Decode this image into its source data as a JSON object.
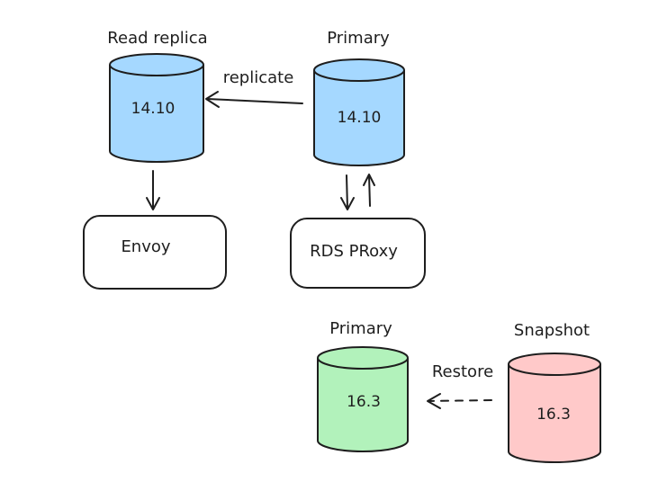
{
  "colors": {
    "blue_db": "#a5d8ff",
    "green_db": "#b2f2bb",
    "red_db": "#ffc9c9",
    "stroke": "#1e1e1e",
    "box_fill": "#ffffff"
  },
  "databases": [
    {
      "id": "read-replica",
      "label": "Read replica",
      "version": "14.10",
      "color": "blue"
    },
    {
      "id": "primary-top",
      "label": "Primary",
      "version": "14.10",
      "color": "blue"
    },
    {
      "id": "primary-bottom",
      "label": "Primary",
      "version": "16.3",
      "color": "green"
    },
    {
      "id": "snapshot",
      "label": "Snapshot",
      "version": "16.3",
      "color": "red"
    }
  ],
  "boxes": [
    {
      "id": "envoy",
      "label": "Envoy"
    },
    {
      "id": "rds-proxy",
      "label": "RDS PRoxy"
    }
  ],
  "edges": [
    {
      "id": "replicate",
      "label": "replicate",
      "style": "solid"
    },
    {
      "id": "restore",
      "label": "Restore",
      "style": "dashed"
    }
  ]
}
